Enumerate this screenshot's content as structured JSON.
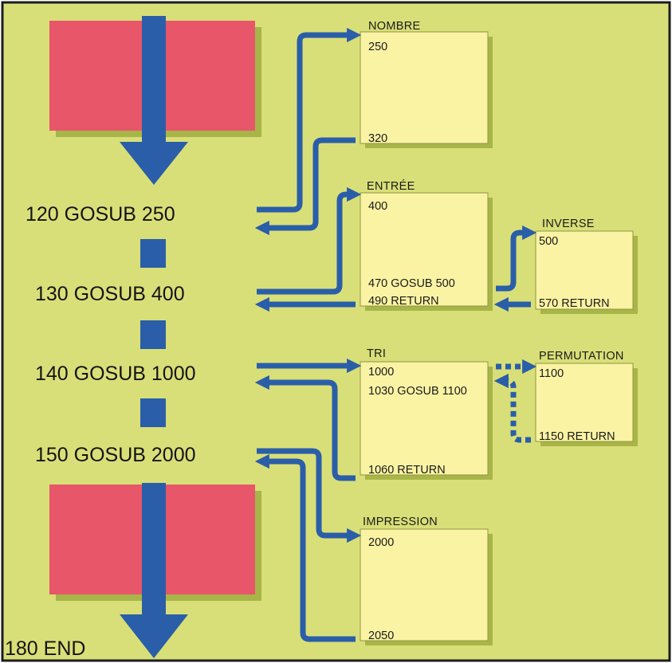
{
  "colors": {
    "background": "#d9df78",
    "border": "#1d1d1d",
    "block_red": "#e8566a",
    "arrow_blue": "#2a5ea8",
    "box_fill": "#fbf3a4",
    "box_shadow": "#a8b548"
  },
  "main_program": {
    "lines": [
      {
        "id": "line-120",
        "text": "120 GOSUB 250"
      },
      {
        "id": "line-130",
        "text": "130 GOSUB 400"
      },
      {
        "id": "line-140",
        "text": "140 GOSUB 1000"
      },
      {
        "id": "line-150",
        "text": "150 GOSUB 2000"
      },
      {
        "id": "line-180",
        "text": "180 END"
      }
    ]
  },
  "subroutines": [
    {
      "id": "nombre",
      "title": "NOMBRE",
      "lines": [
        "250",
        "320"
      ]
    },
    {
      "id": "entree",
      "title": "ENTRÉE",
      "lines": [
        "400",
        "470 GOSUB 500",
        "490 RETURN"
      ]
    },
    {
      "id": "inverse",
      "title": "INVERSE",
      "lines": [
        "500",
        "570 RETURN"
      ]
    },
    {
      "id": "tri",
      "title": "TRI",
      "lines": [
        "1000",
        "1030 GOSUB 1100",
        "1060 RETURN"
      ]
    },
    {
      "id": "permutation",
      "title": "PERMUTATION",
      "lines": [
        "1100",
        "1150 RETURN"
      ]
    },
    {
      "id": "impression",
      "title": "IMPRESSION",
      "lines": [
        "2000",
        "2050"
      ]
    }
  ],
  "connections": [
    {
      "from": "line-120",
      "to": "nombre",
      "kind": "call"
    },
    {
      "from": "nombre",
      "to": "line-120",
      "kind": "return"
    },
    {
      "from": "line-130",
      "to": "entree",
      "kind": "call"
    },
    {
      "from": "entree",
      "to": "line-130",
      "kind": "return"
    },
    {
      "from": "entree",
      "to": "inverse",
      "kind": "call"
    },
    {
      "from": "inverse",
      "to": "entree",
      "kind": "return"
    },
    {
      "from": "line-140",
      "to": "tri",
      "kind": "call"
    },
    {
      "from": "tri",
      "to": "line-140",
      "kind": "return"
    },
    {
      "from": "tri",
      "to": "permutation",
      "kind": "call-dashed"
    },
    {
      "from": "permutation",
      "to": "tri",
      "kind": "return-dashed"
    },
    {
      "from": "line-150",
      "to": "impression",
      "kind": "call"
    },
    {
      "from": "impression",
      "to": "line-150",
      "kind": "return"
    }
  ]
}
